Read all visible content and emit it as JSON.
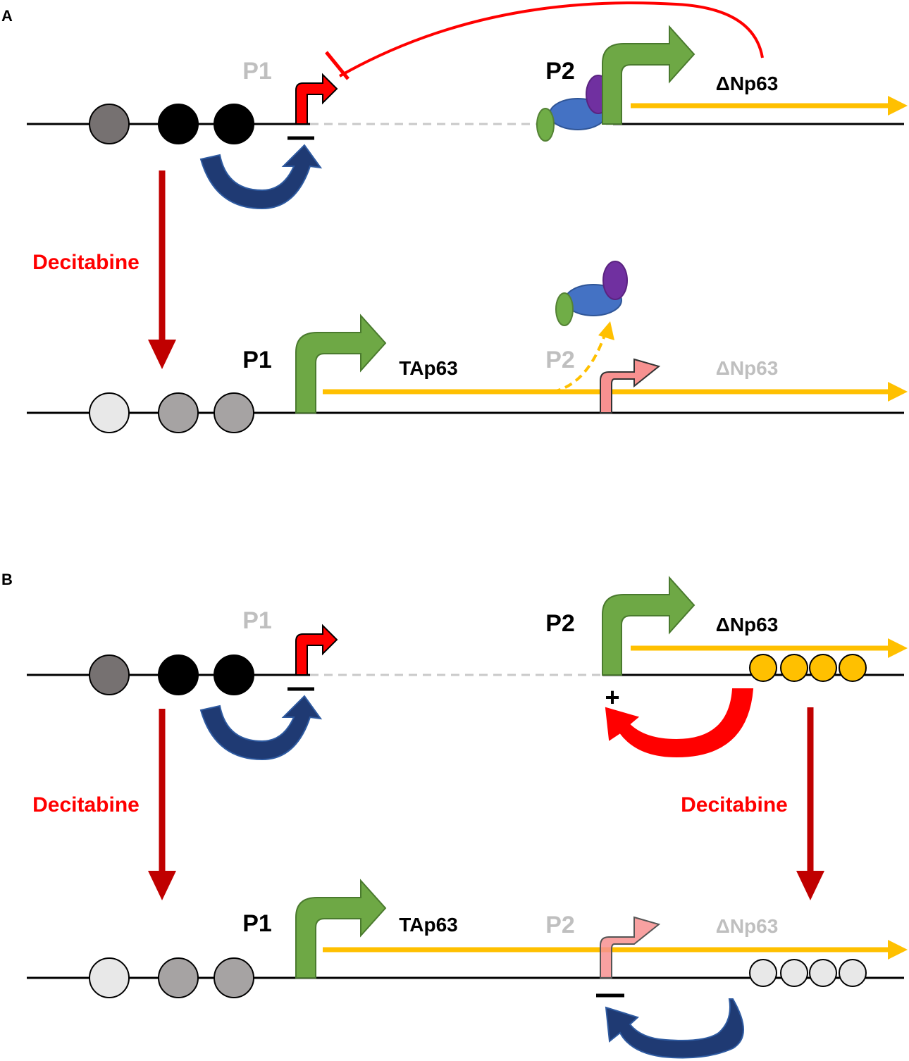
{
  "panel_a": {
    "label": "A",
    "top": {
      "promoter1": "P1",
      "promoter2": "P2",
      "transcript": "ΔNp63",
      "sign_p1": "−"
    },
    "treatment": "Decitabine",
    "bottom": {
      "promoter1": "P1",
      "promoter2": "P2",
      "transcript1": "TAp63",
      "transcript2": "ΔNp63"
    }
  },
  "panel_b": {
    "label": "B",
    "top": {
      "promoter1": "P1",
      "promoter2": "P2",
      "transcript": "ΔNp63",
      "sign_p1": "−",
      "sign_p2": "+"
    },
    "treatment_left": "Decitabine",
    "treatment_right": "Decitabine",
    "bottom": {
      "promoter1": "P1",
      "promoter2": "P2",
      "transcript1": "TAp63",
      "transcript2": "ΔNp63",
      "sign_p2": "−"
    }
  },
  "colors": {
    "methylated": "#000000",
    "partially_methylated_dark": "#767171",
    "partially_methylated": "#a6a3a3",
    "unmethylated": "#e8e8e8",
    "active_promoter": "#6ea845",
    "repressed_promoter": "#ff0000",
    "weak_promoter": "#f79190",
    "transcript": "#ffc000",
    "treatment_arrow": "#c00000",
    "treatment_text": "#ff0000",
    "feedback_blue": "#1f3a73",
    "inactive_text": "#bfbfbf",
    "factor_blue": "#4472c4",
    "factor_purple": "#7030a0",
    "factor_green": "#70ad47"
  }
}
